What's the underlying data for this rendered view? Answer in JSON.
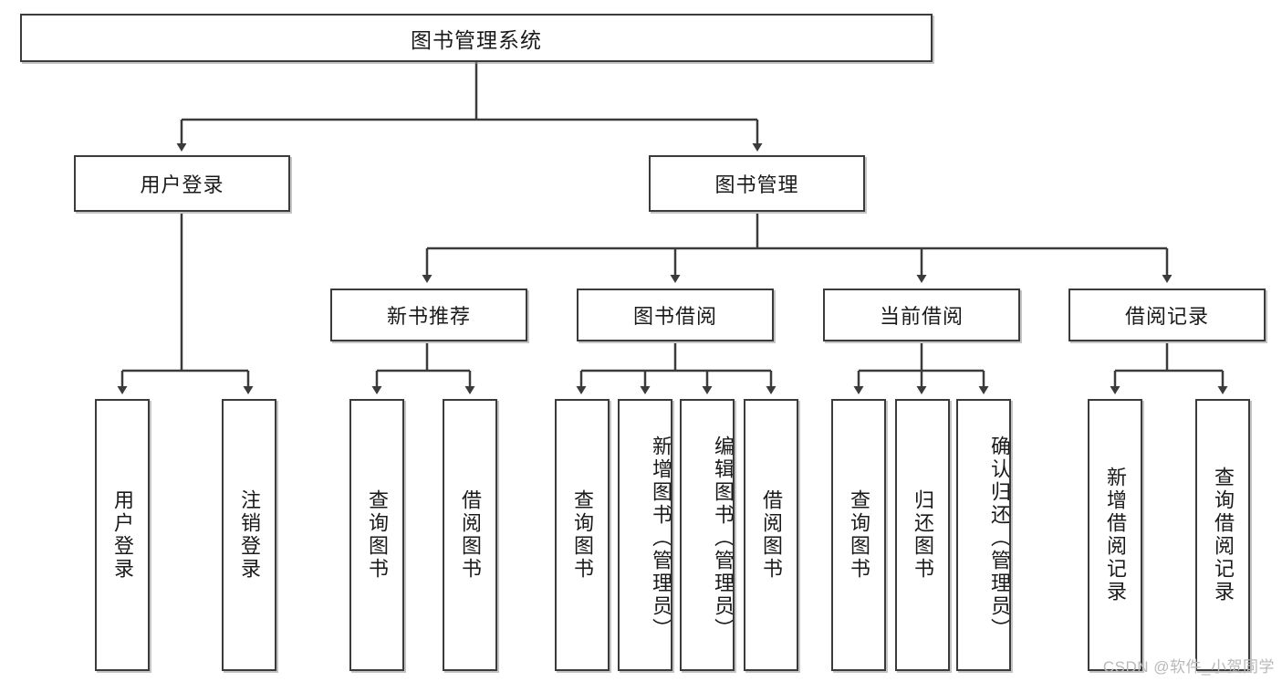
{
  "diagram": {
    "type": "tree",
    "title": "图书管理系统",
    "watermark": "CSDN @软件_小贺同学",
    "colors": {
      "stroke": "#3b3b3b",
      "fill": "#ffffff",
      "text": "#1a1a1a",
      "watermark": "#b9b9b9"
    },
    "levels": {
      "root": {
        "label": "图书管理系统"
      },
      "level2": [
        {
          "label": "用户登录"
        },
        {
          "label": "图书管理"
        }
      ],
      "level3": [
        {
          "label": "新书推荐"
        },
        {
          "label": "图书借阅"
        },
        {
          "label": "当前借阅"
        },
        {
          "label": "借阅记录"
        }
      ],
      "leaves": {
        "user_login": [
          {
            "label": "用户登录"
          },
          {
            "label": "注销登录"
          }
        ],
        "new_book": [
          {
            "label": "查询图书"
          },
          {
            "label": "借阅图书"
          }
        ],
        "book_borrow": [
          {
            "label": "查询图书"
          },
          {
            "label": "新增图书（管理员）"
          },
          {
            "label": "编辑图书（管理员）"
          },
          {
            "label": "借阅图书"
          }
        ],
        "current_borrow": [
          {
            "label": "查询图书"
          },
          {
            "label": "归还图书"
          },
          {
            "label": "确认归还（管理员）"
          }
        ],
        "borrow_record": [
          {
            "label": "新增借阅记录"
          },
          {
            "label": "查询借阅记录"
          }
        ]
      }
    }
  }
}
